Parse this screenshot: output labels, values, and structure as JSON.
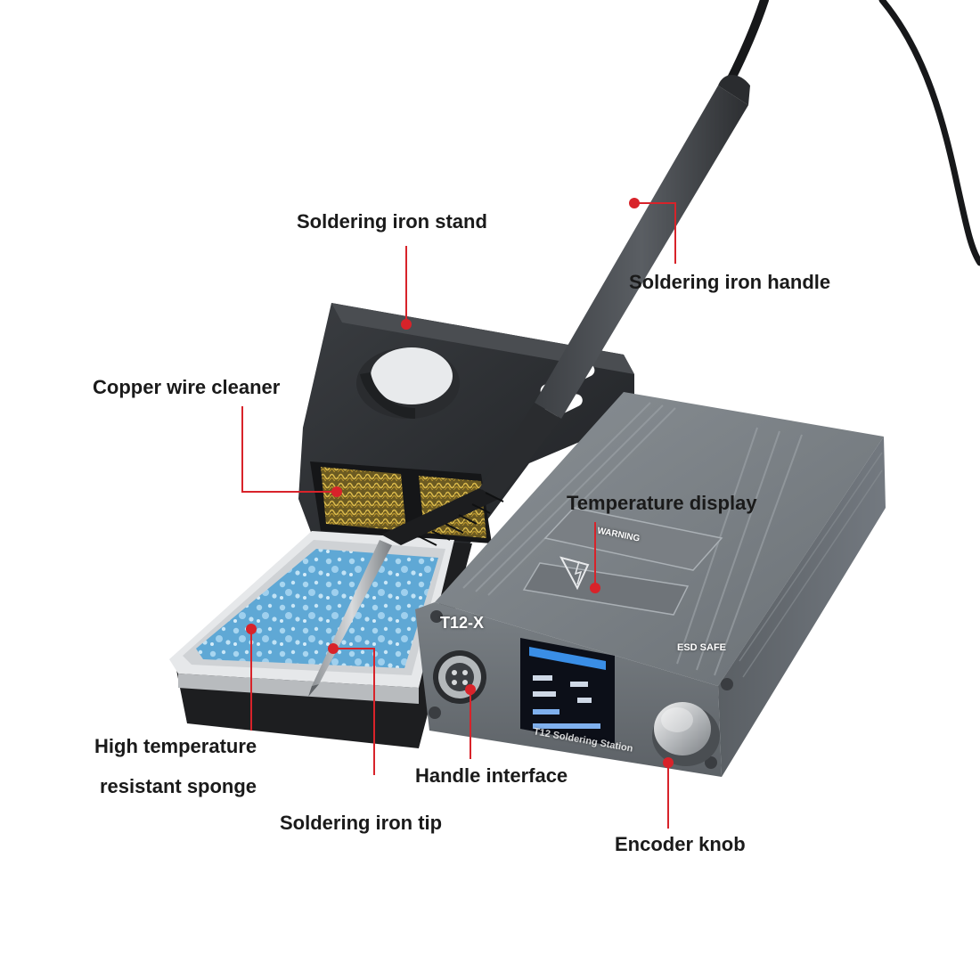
{
  "colors": {
    "leader_line": "#d8232a",
    "label_text": "#1a1a1a",
    "station_body": "#6b7176",
    "stand_body": "#2e3033",
    "sponge": "#5ea9d6",
    "screen_accent": "#3a8ee6"
  },
  "callouts": {
    "soldering_iron_stand": "Soldering iron stand",
    "soldering_iron_handle": "Soldering iron handle",
    "copper_wire_cleaner": "Copper wire cleaner",
    "temperature_display": "Temperature display",
    "high_temperature_sponge_line1": "High temperature",
    "high_temperature_sponge_line2": "resistant sponge",
    "handle_interface": "Handle interface",
    "soldering_iron_tip": "Soldering iron tip",
    "encoder_knob": "Encoder knob"
  },
  "device": {
    "model_label": "T12-X",
    "esd_label": "ESD SAFE",
    "warning_label": "WARNING",
    "station_name": "T12 Soldering Station"
  }
}
